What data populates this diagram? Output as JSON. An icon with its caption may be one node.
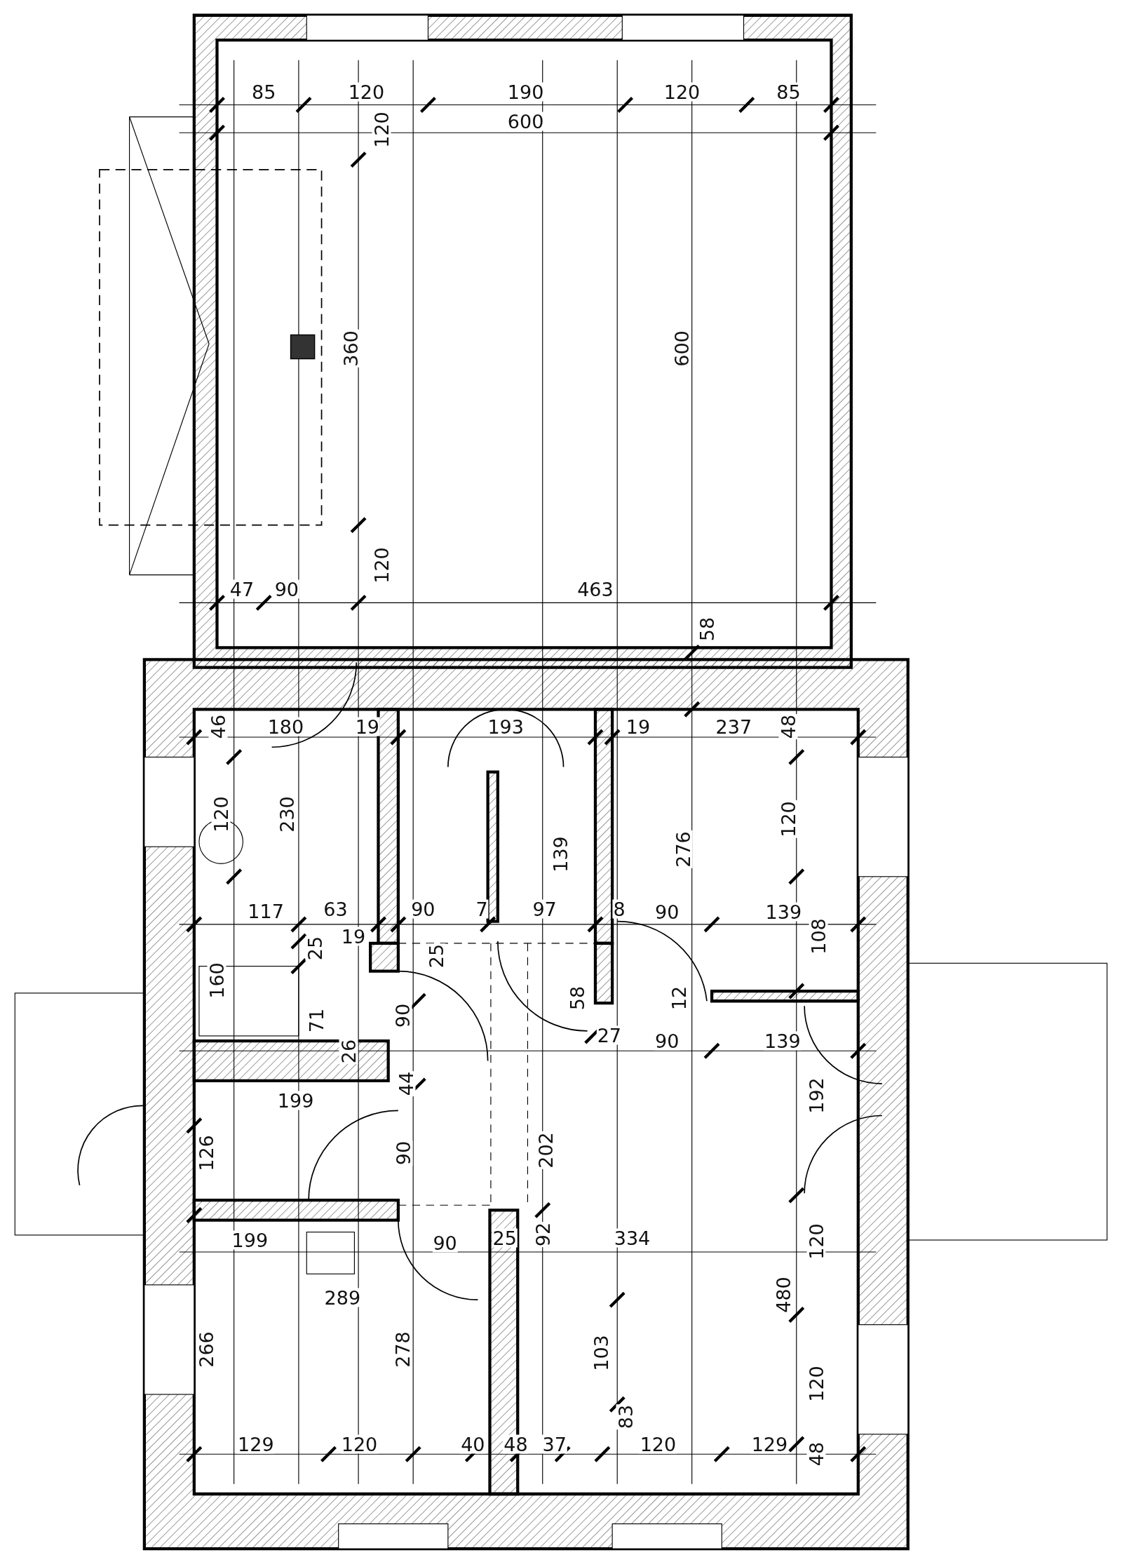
{
  "diagram": {
    "labels": [
      "85",
      "120",
      "190",
      "120",
      "85",
      "600",
      "120",
      "360",
      "600",
      "120",
      "47",
      "90",
      "463",
      "58",
      "46",
      "180",
      "19",
      "193",
      "19",
      "237",
      "48",
      "120",
      "230",
      "139",
      "276",
      "120",
      "117",
      "63",
      "90",
      "7",
      "97",
      "8",
      "90",
      "139",
      "108",
      "19",
      "25",
      "25",
      "160",
      "71",
      "90",
      "58",
      "12",
      "26",
      "27",
      "90",
      "139",
      "44",
      "199",
      "192",
      "126",
      "90",
      "202",
      "199",
      "90",
      "25",
      "92",
      "334",
      "120",
      "480",
      "289",
      "266",
      "278",
      "103",
      "120",
      "83",
      "129",
      "120",
      "40",
      "48",
      "37",
      "120",
      "129",
      "48"
    ]
  }
}
